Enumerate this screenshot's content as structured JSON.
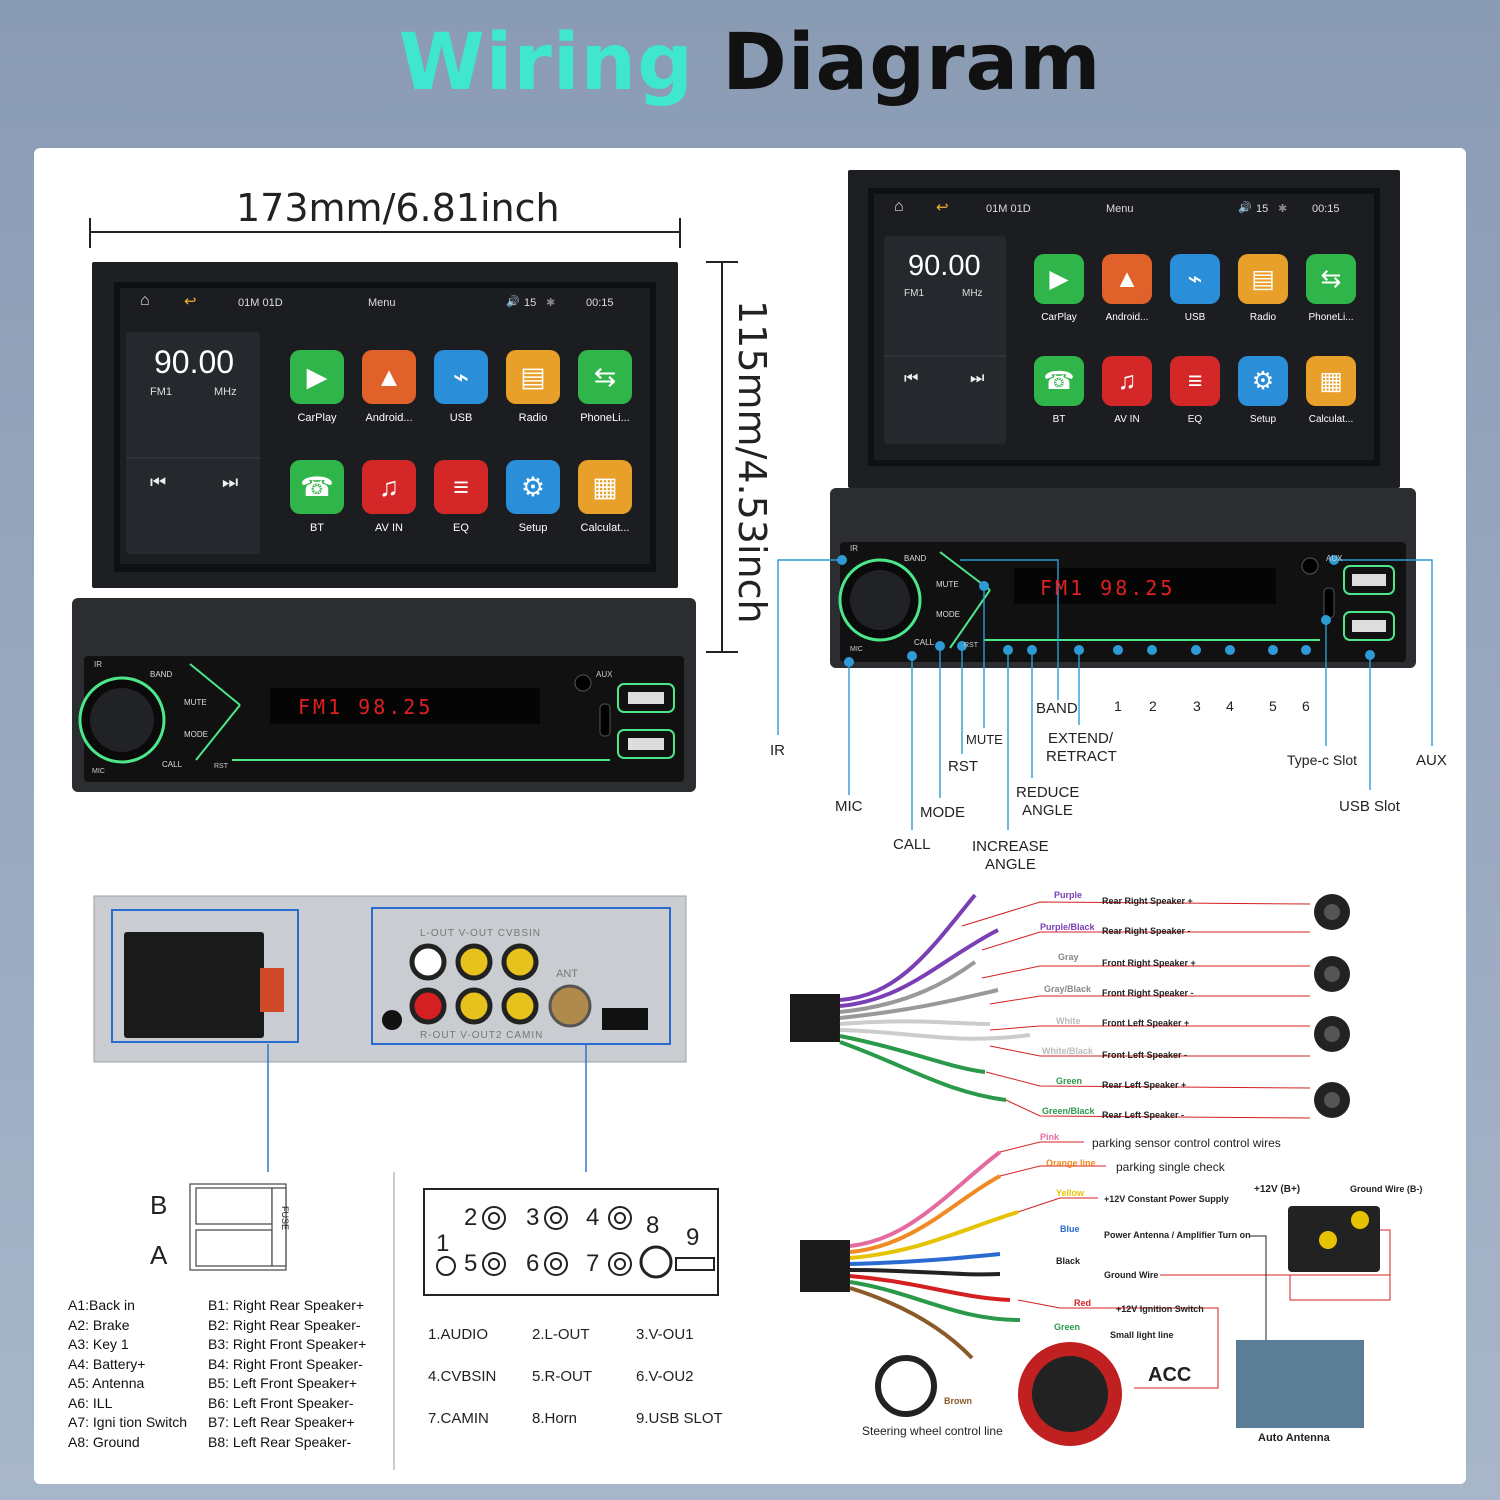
{
  "title": {
    "part1": "Wiring",
    "part2": "Diagram"
  },
  "dimensions": {
    "width": "173mm/6.81inch",
    "height": "115mm/4.53inch"
  },
  "screen": {
    "date": "01M 01D",
    "menu": "Menu",
    "volume": "15",
    "clock": "00:15",
    "freq": "90.00",
    "band": "FM1",
    "unit": "MHz",
    "apps": [
      "CarPlay",
      "Android...",
      "USB",
      "Radio",
      "PhoneLi...",
      "BT",
      "AV IN",
      "EQ",
      "Setup",
      "Calculat..."
    ]
  },
  "panel": {
    "display": "FM1 98.25",
    "labels": [
      "IR",
      "BAND",
      "MUTE",
      "MODE",
      "CALL",
      "MIC",
      "RST",
      "AUX"
    ]
  },
  "callouts": {
    "ir": "IR",
    "mic": "MIC",
    "call": "CALL",
    "mode": "MODE",
    "rst": "RST",
    "mute": "MUTE",
    "band": "BAND",
    "extend1": "EXTEND/",
    "extend2": "RETRACT",
    "reduce1": "REDUCE",
    "reduce2": "ANGLE",
    "increase1": "INCREASE",
    "increase2": "ANGLE",
    "n1": "1",
    "n2": "2",
    "n3": "3",
    "n4": "4",
    "n5": "5",
    "n6": "6",
    "typec": "Type-c Slot",
    "usb": "USB Slot",
    "aux": "AUX"
  },
  "rear": {
    "row_top": "L-OUT V-OUT CVBSIN",
    "row_bottom": "R-OUT V-OUT2 CAMIN",
    "ant": "ANT"
  },
  "connector": {
    "b": "B",
    "a": "A",
    "fuse": "FUSE"
  },
  "pins_a": [
    "A1:Back in",
    "A2: Brake",
    "A3: Key 1",
    "A4: Battery+",
    "A5: Antenna",
    "A6: ILL",
    "A7: Igni tion Switch",
    "A8: Ground"
  ],
  "pins_b": [
    "B1: Right Rear Speaker+",
    "B2: Right Rear Speaker-",
    "B3: Right Front Speaker+",
    "B4: Right Front Speaker-",
    "B5: Left Front Speaker+",
    "B6: Left Front Speaker-",
    "B7: Left Rear Speaker+",
    "B8: Left Rear Speaker-"
  ],
  "ports_numbers": [
    "1",
    "2",
    "3",
    "4",
    "5",
    "6",
    "7",
    "8",
    "9"
  ],
  "ports_list": [
    "1.AUDIO",
    "2.L-OUT",
    "3.V-OU1",
    "4.CVBSIN",
    "5.R-OUT",
    "6.V-OU2",
    "7.CAMIN",
    "8.Horn",
    "9.USB SLOT"
  ],
  "speaker_wires": [
    {
      "color": "Purple",
      "desc": "Rear Right Speaker +",
      "hex": "#7b3fb5"
    },
    {
      "color": "Purple/Black",
      "desc": "Rear Right Speaker -",
      "hex": "#7b3fb5"
    },
    {
      "color": "Gray",
      "desc": "Front Right Speaker +",
      "hex": "#888888"
    },
    {
      "color": "Gray/Black",
      "desc": "Front Right Speaker -",
      "hex": "#888888"
    },
    {
      "color": "White",
      "desc": "Front Left Speaker +",
      "hex": "#bbbbbb"
    },
    {
      "color": "White/Black",
      "desc": "Front Left Speaker -",
      "hex": "#bbbbbb"
    },
    {
      "color": "Green",
      "desc": "Rear Left Speaker +",
      "hex": "#2a9a4a"
    },
    {
      "color": "Green/Black",
      "desc": "Rear Left Speaker -",
      "hex": "#2a9a4a"
    }
  ],
  "power_wires": [
    {
      "color": "Pink",
      "desc": "parking sensor control control wires",
      "hex": "#e56aa0"
    },
    {
      "color": "Orange line",
      "desc": "parking single check",
      "hex": "#f08a24"
    },
    {
      "color": "Yellow",
      "desc": "+12V Constant Power Supply",
      "hex": "#e6c300"
    },
    {
      "color": "Blue",
      "desc": "Power Antenna / Amplifier Turn on",
      "hex": "#2a6bd1"
    },
    {
      "color": "Black",
      "desc": "Ground Wire",
      "hex": "#222222"
    },
    {
      "color": "Red",
      "desc": "+12V Ignition Switch",
      "hex": "#d42020"
    },
    {
      "color": "Green",
      "desc": "Small light line",
      "hex": "#2a9a4a"
    },
    {
      "color": "Brown",
      "desc": "Steering wheel control line",
      "hex": "#8a5a2a"
    }
  ],
  "battery": {
    "plus": "+12V  (B+)",
    "ground": "Ground Wire (B-)"
  },
  "acc": "ACC",
  "antenna": "Auto Antenna"
}
